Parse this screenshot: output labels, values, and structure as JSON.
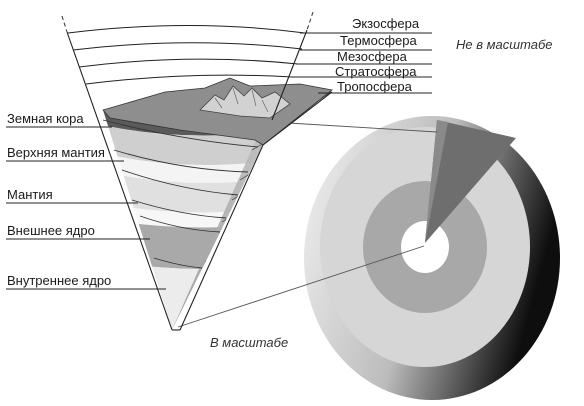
{
  "atmosphere_labels": [
    "Экзосфера",
    "Термосфера",
    "Мезосфера",
    "Стратосфера",
    "Тропосфера"
  ],
  "interior_labels": [
    "Земная кора",
    "Верхняя мантия",
    "Мантия",
    "Внешнее ядро",
    "Внутреннее ядро"
  ],
  "notes": {
    "not_to_scale": "Не в масштабе",
    "to_scale": "В масштабе"
  }
}
